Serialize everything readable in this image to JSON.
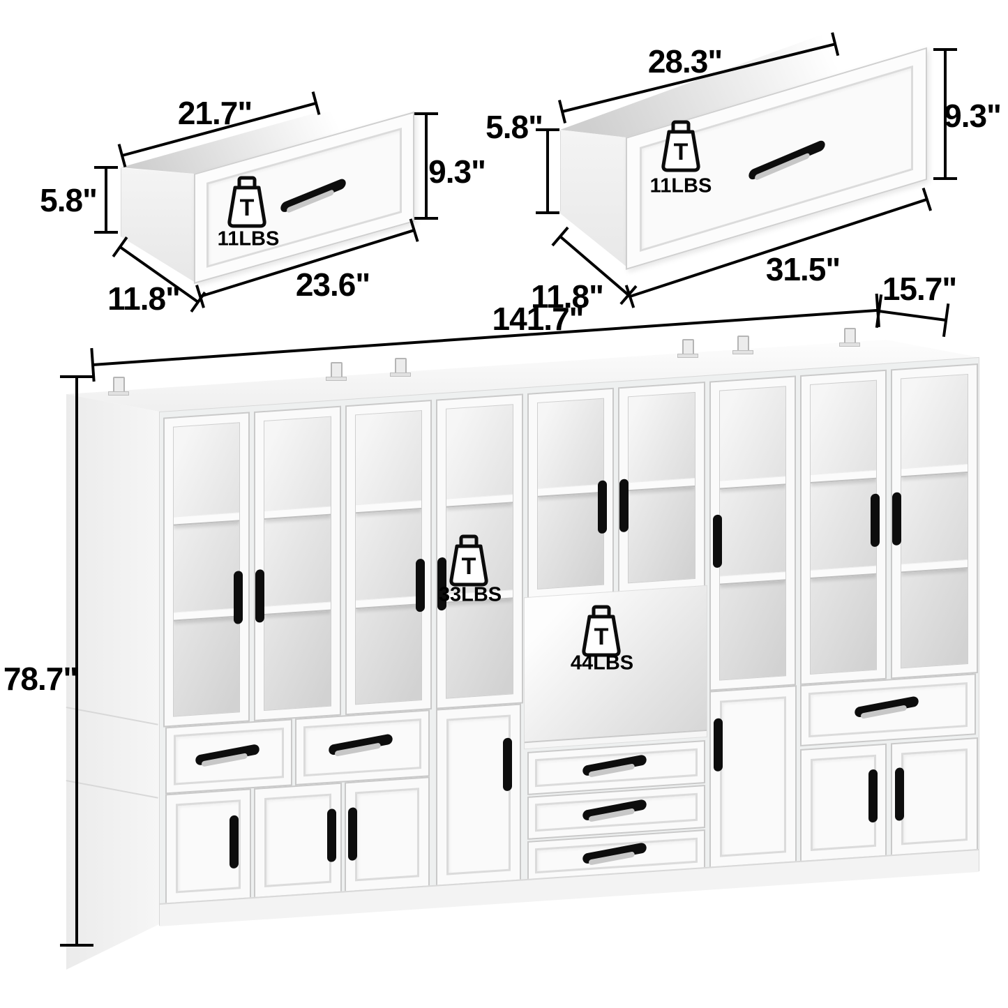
{
  "icons": {
    "weight_letter": "T"
  },
  "small_drawer": {
    "top_width": "21.7\"",
    "front_height": "9.3\"",
    "side_height": "5.8\"",
    "front_width": "23.6\"",
    "depth": "11.8\"",
    "weight": "11LBS"
  },
  "large_drawer": {
    "top_width": "28.3\"",
    "front_height": "9.3\"",
    "side_height": "5.8\"",
    "front_width": "31.5\"",
    "depth": "11.8\"",
    "weight": "11LBS"
  },
  "cabinet": {
    "width": "141.7\"",
    "depth": "15.7\"",
    "height": "78.7\"",
    "upper_shelf_weight": "33LBS",
    "open_shelf_weight": "44LBS"
  },
  "colors": {
    "line": "#000000",
    "handle": "#0d0d0d",
    "body": "#fafafa"
  }
}
